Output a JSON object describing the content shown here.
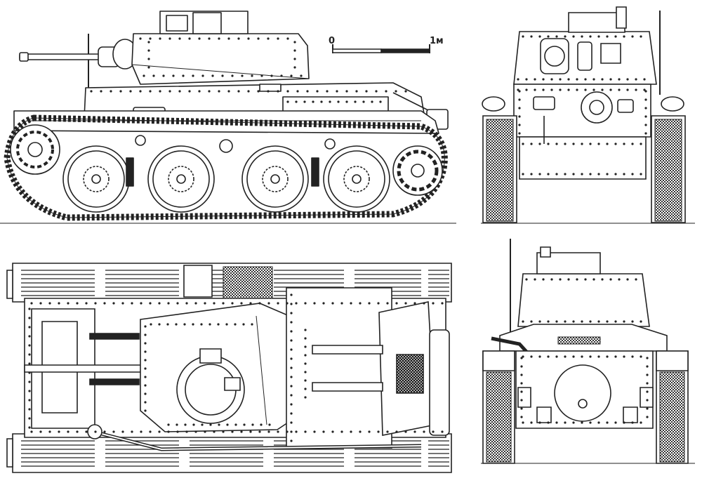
{
  "scale_bar": {
    "start_label": "0",
    "end_label": "1м"
  },
  "views": [
    {
      "id": "side",
      "name": "side-view"
    },
    {
      "id": "front",
      "name": "front-view"
    },
    {
      "id": "top",
      "name": "top-view"
    },
    {
      "id": "rear",
      "name": "rear-view"
    }
  ],
  "colors": {
    "line": "#222222",
    "fill": "#ffffff",
    "shade": "#555555"
  }
}
